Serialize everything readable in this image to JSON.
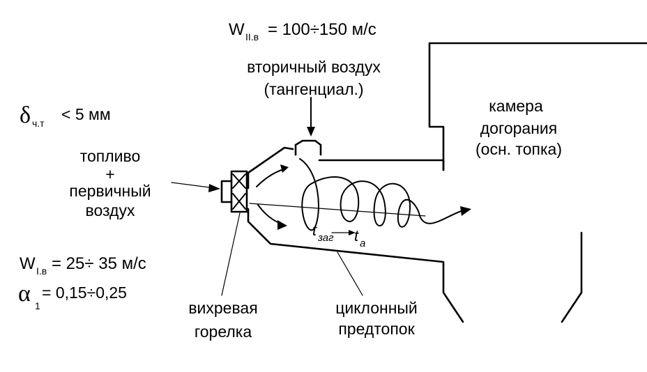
{
  "secondary_air": {
    "velocity_symbol": "W",
    "velocity_subscript": "II.в",
    "velocity_value": "= 100÷150 м/с",
    "label_line1": "вторичный воздух",
    "label_line2": "(тангенциал.)"
  },
  "primary_feed": {
    "line1": "топливо",
    "line2": "+",
    "line3": "первичный",
    "line4": "воздух",
    "velocity_symbol": "W",
    "velocity_subscript": "I.в",
    "velocity_value": "= 25÷ 35 м/с"
  },
  "particle_size": {
    "symbol": "δ",
    "subscript": "ч.т",
    "value": "< 5 мм"
  },
  "excess_air": {
    "symbol": "α",
    "subscript": "1",
    "value": "= 0,15÷0,25"
  },
  "afterburn_chamber": {
    "line1": "камера",
    "line2": "догорания",
    "line3": "(осн. топка)"
  },
  "vortex_burner": {
    "line1": "вихревая",
    "line2": "горелка"
  },
  "cyclone_prefurnace": {
    "line1": "циклонный",
    "line2": "предтопок"
  },
  "temperature": {
    "start_symbol": "t",
    "start_subscript": "заг",
    "end_symbol": "t",
    "end_subscript": "а"
  }
}
